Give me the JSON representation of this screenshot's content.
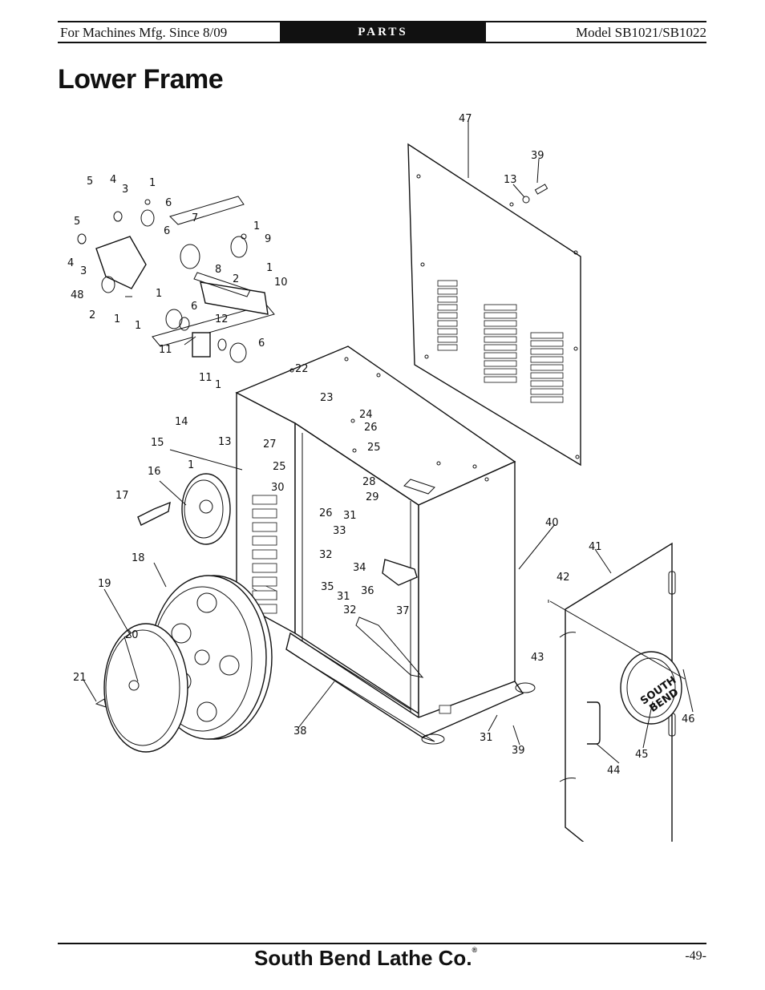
{
  "header": {
    "left": "For Machines Mfg. Since 8/09",
    "center": "PARTS",
    "right": "Model SB1021/SB1022"
  },
  "title": "Lower Frame",
  "diagram": {
    "callouts": [
      "47",
      "39",
      "13",
      "5",
      "4",
      "3",
      "1",
      "6",
      "7",
      "5",
      "1",
      "9",
      "6",
      "4",
      "3",
      "8",
      "1",
      "48",
      "2",
      "1",
      "10",
      "2",
      "1",
      "6",
      "1",
      "12",
      "11",
      "6",
      "11",
      "1",
      "22",
      "23",
      "24",
      "26",
      "25",
      "14",
      "13",
      "15",
      "27",
      "25",
      "1",
      "28",
      "16",
      "30",
      "29",
      "26",
      "31",
      "17",
      "33",
      "40",
      "32",
      "41",
      "18",
      "34",
      "42",
      "35",
      "36",
      "19",
      "31",
      "32",
      "37",
      "20",
      "43",
      "21",
      "46",
      "38",
      "31",
      "39",
      "45",
      "44"
    ],
    "door_badge_line1": "SOUTH",
    "door_badge_line2": "BEND"
  },
  "footer": {
    "brand": "South Bend Lathe Co.",
    "brand_mark": "®",
    "page": "-49-"
  }
}
